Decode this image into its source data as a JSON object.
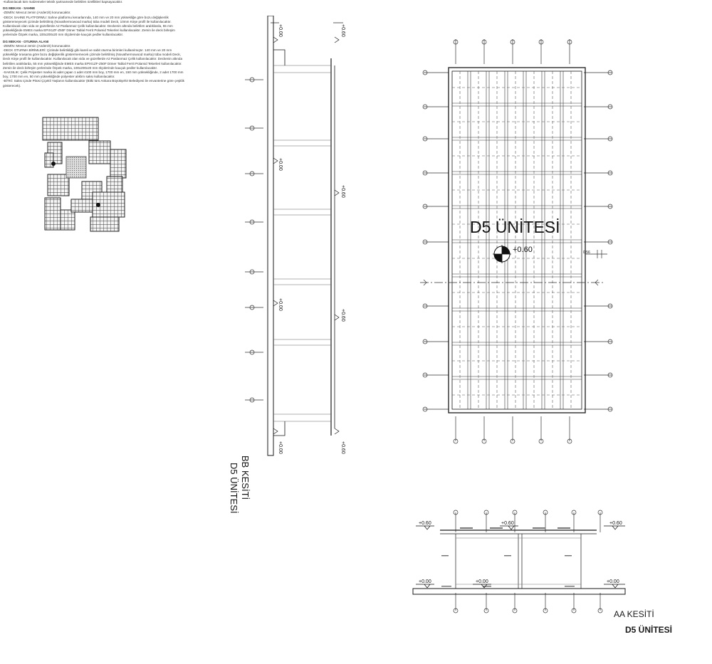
{
  "notes": {
    "line0": "-Kullanılacak tüm malzemeler teknik şartnamede belirtilen özellikleri kapsayacaktır.",
    "sahne_title": "DG MEKAN - SAHNE",
    "sahne_lines": [
      "-ZEMİN: Mevcut zemin (Anderzit) korunacaktır.",
      "-DECK SAHNE PLATFORMU: Sahne platformu kenarlarında, 140 mm ve 20 mm yüksekliğe göre bozu değişkenlik",
      "gösteremeyecek çizimde belirtilmiş (Novathermowood marka) tüba modeli Deck, 10mm Köşe profil ile kullanılacaktır.",
      "Kullanılacak olan vida ve güzellerde A2 Paslanmaz Çelik kullanılacaktır. Deckenin altında belirtilen aralıklarda, 55 mm",
      "yüksekliğinde EMES marka EPIX1ZF-Z50F Döner Tablal Ferrit Polamid Tekerleri kullanılacaktır. Zemin ile deck birleşim",
      "yerlerinde Özpek marka, 100x200x20 mm ölçülerinde kauçuk pedler kullanılacaktır."
    ],
    "oturma_title": "DG MEKAN - OTURMA ALANI",
    "oturma_lines": [
      "-ZEMİN: Mevcut zemin (Anderzit) korunacaktır.",
      "-DECK OTURMA BİRİMLERİ: Çizimde belirtildiği gibi kareli ve sabit oturma birimleri kullanılmıştır. 140 mm ve 20 mm",
      "yüksekliğe tırasama göre bozu değişkenlik göstermemecek çizimde belirtilmiş (Novathermowood marka) tüba modeli Deck,",
      "Deck Köşe profil ile kullanılacaktır. Kullanılacak olan vida ve güzellerde A2 Paslanmaz Çelik kullanılacaktır. Deckenin altında",
      "belirtilen aralıklarda, 55 mm yüksekliğinde EMES marka EPIX1ZF-Z50F Döner Tablal Ferrit Polamid Tekerleri kullanılacaktır.",
      "Zemin ile deck birleşim yerlerinde Özpek marka, 100x200x20 mm ölçülerinde kauçuk pedler kullanılacaktır.",
      "-SAKSILIK: Çelik Polyester marka iki adet çapan 1 adet 4100 mm boy, 1700 mm en, 150 mm yüksekliğinde, 2 adet 1700 mm",
      "boy, 1700 mm en, 50 mm yüksekliğinde polyester alıklım saksı kullanılacaktır.",
      "-BİTKİ: Saksı içinde Pitosi Çiçekli Yaşlanın kullanılacaktır (Bitki türü Ankara Büyükşehir Belediyesi ile envanterine göre çeşitlik",
      "gösterecek)."
    ]
  },
  "bb": {
    "elev_left": "+0.00",
    "elev_right": "+0.60",
    "title": "BB KESİTİ",
    "subtitle": "D5 ÜNİTESİ"
  },
  "plan": {
    "unit_title": "D5 ÜNİTESİ",
    "elevation": "+0.60",
    "dim": "0.56"
  },
  "aa": {
    "elev_top": "+0.60",
    "elev_bottom": "+0.00",
    "title": "AA KESİTİ",
    "subtitle": "D5 ÜNİTESİ"
  },
  "colors": {
    "line": "#1a1a1a",
    "hatch": "#777777",
    "dash": "#555555"
  }
}
